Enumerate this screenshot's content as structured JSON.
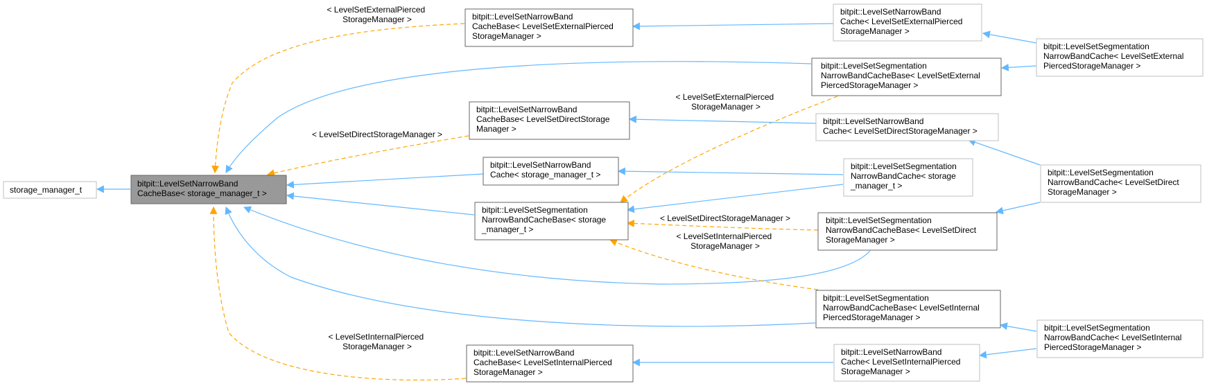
{
  "colors": {
    "inherit_edge": "#63b8ff",
    "template_edge": "#ffa500",
    "focus_fill": "#999999",
    "box_border_strong": "#666666",
    "box_border_light": "#bfbfbf"
  },
  "nodes": {
    "root": [
      "storage_manager_t"
    ],
    "base": [
      "bitpit::LevelSetNarrowBand",
      "CacheBase< storage_manager_t >"
    ],
    "nbcb_ext": [
      "bitpit::LevelSetNarrowBand",
      "CacheBase< LevelSetExternalPierced",
      "StorageManager >"
    ],
    "nbcb_dir": [
      "bitpit::LevelSetNarrowBand",
      "CacheBase< LevelSetDirectStorage",
      "Manager >"
    ],
    "nbc_tmpl": [
      "bitpit::LevelSetNarrowBand",
      "Cache< storage_manager_t >"
    ],
    "segcb_tmpl": [
      "bitpit::LevelSetSegmentation",
      "NarrowBandCacheBase< storage",
      "_manager_t >"
    ],
    "nbcb_int": [
      "bitpit::LevelSetNarrowBand",
      "CacheBase< LevelSetInternalPierced",
      "StorageManager >"
    ],
    "nbc_ext": [
      "bitpit::LevelSetNarrowBand",
      "Cache< LevelSetExternalPierced",
      "StorageManager >"
    ],
    "segcb_ext": [
      "bitpit::LevelSetSegmentation",
      "NarrowBandCacheBase< LevelSetExternal",
      "PiercedStorageManager >"
    ],
    "nbc_dir": [
      "bitpit::LevelSetNarrowBand",
      "Cache< LevelSetDirectStorageManager >"
    ],
    "segc_tmpl": [
      "bitpit::LevelSetSegmentation",
      "NarrowBandCache< storage",
      "_manager_t >"
    ],
    "segcb_dir": [
      "bitpit::LevelSetSegmentation",
      "NarrowBandCacheBase< LevelSetDirect",
      "StorageManager >"
    ],
    "segcb_int": [
      "bitpit::LevelSetSegmentation",
      "NarrowBandCacheBase< LevelSetInternal",
      "PiercedStorageManager >"
    ],
    "nbc_int": [
      "bitpit::LevelSetNarrowBand",
      "Cache< LevelSetInternalPierced",
      "StorageManager >"
    ],
    "segc_ext": [
      "bitpit::LevelSetSegmentation",
      "NarrowBandCache< LevelSetExternal",
      "PiercedStorageManager >"
    ],
    "segc_dir": [
      "bitpit::LevelSetSegmentation",
      "NarrowBandCache< LevelSetDirect",
      "StorageManager >"
    ],
    "segc_int": [
      "bitpit::LevelSetSegmentation",
      "NarrowBandCache< LevelSetInternal",
      "PiercedStorageManager >"
    ]
  },
  "edge_labels": {
    "ext_top": [
      "< LevelSetExternalPierced",
      "StorageManager >"
    ],
    "dir_top": [
      "< LevelSetDirectStorageManager >"
    ],
    "int_bottom": [
      "< LevelSetInternalPierced",
      "StorageManager >"
    ],
    "ext_mid": [
      "< LevelSetExternalPierced",
      "StorageManager >"
    ],
    "dir_mid": [
      "< LevelSetDirectStorageManager >"
    ],
    "int_mid": [
      "< LevelSetInternalPierced",
      "StorageManager >"
    ]
  }
}
